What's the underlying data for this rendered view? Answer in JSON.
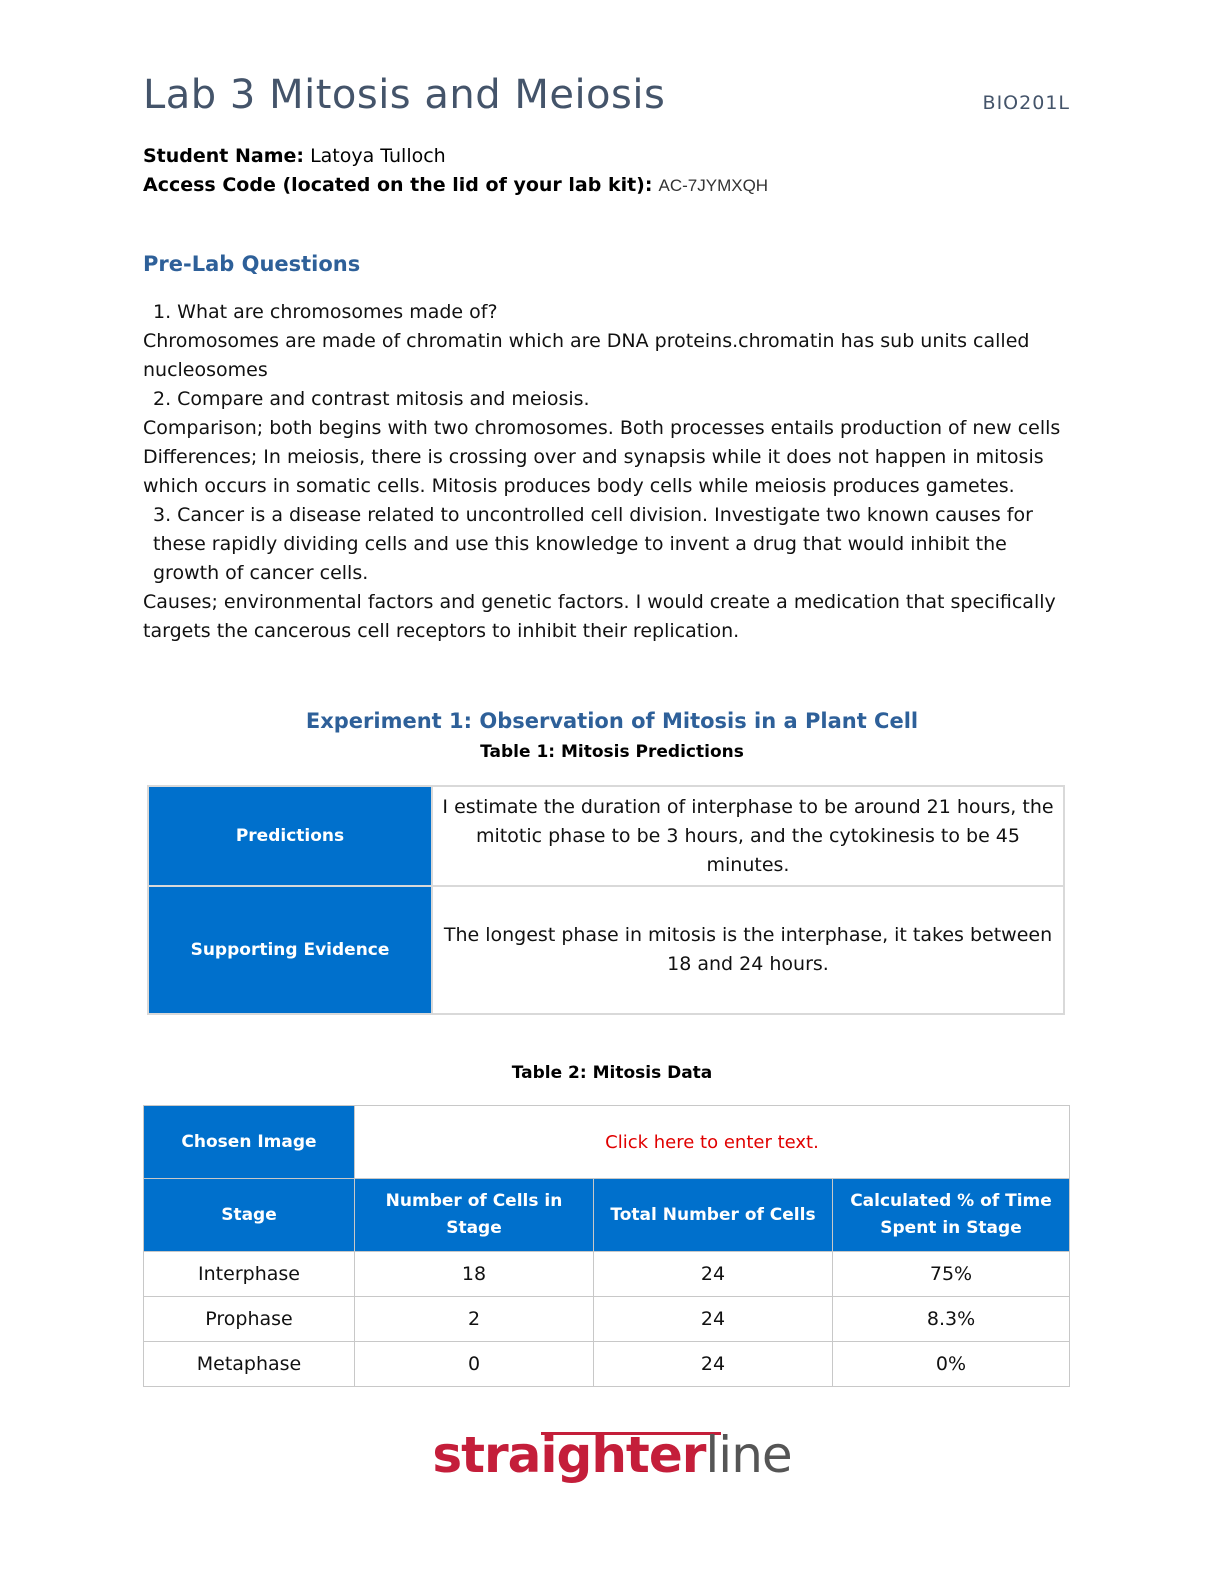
{
  "header": {
    "title": "Lab 3 Mitosis and Meiosis",
    "course": "BIO201L"
  },
  "student": {
    "name_label": "Student Name:",
    "name_value": "Latoya Tulloch",
    "code_label": "Access Code (located on the lid of your lab kit):",
    "code_value": "AC-7JYMXQH"
  },
  "prelab": {
    "heading": "Pre-Lab Questions",
    "q1": "1. What are chromosomes made of?",
    "a1": "Chromosomes are made of chromatin which are DNA proteins.chromatin has sub units called nucleosomes",
    "q2": "2. Compare and contrast mitosis and meiosis.",
    "a2a": "Comparison; both begins with two chromosomes. Both processes entails production of new cells",
    "a2b": "Differences; In meiosis,  there is crossing over and synapsis while it does not happen in mitosis which occurs in somatic cells. Mitosis produces body cells while meiosis produces gametes.",
    "q3": "3. Cancer is a disease related to uncontrolled cell division. Investigate two known causes for these rapidly dividing cells and use this knowledge to invent a drug that would inhibit the growth of cancer cells.",
    "a3": "Causes; environmental factors and genetic factors.  I would create a medication that specifically targets the cancerous cell receptors to inhibit their replication."
  },
  "experiment": {
    "heading": "Experiment 1: Observation of Mitosis in a Plant Cell",
    "table1_caption": "Table 1: Mitosis Predictions",
    "table1": {
      "predictions_label": "Predictions",
      "predictions_value": "I estimate the duration of interphase to be around 21 hours, the mitotic phase to be 3 hours, and the cytokinesis to be 45 minutes.",
      "evidence_label": "Supporting Evidence",
      "evidence_value": "The longest phase in mitosis is the interphase, it takes between 18 and 24 hours."
    },
    "table2_caption": "Table 2: Mitosis Data",
    "table2": {
      "chosen_image_label": "Chosen Image",
      "chosen_image_placeholder": "Click here to enter text.",
      "headers": [
        "Stage",
        "Number of Cells in Stage",
        "Total Number of Cells",
        "Calculated % of Time Spent in Stage"
      ],
      "rows": [
        [
          "Interphase",
          "18",
          "24",
          "75%"
        ],
        [
          "Prophase",
          "2",
          "24",
          "8.3%"
        ],
        [
          "Metaphase",
          "0",
          "24",
          "0%"
        ]
      ]
    }
  },
  "footer": {
    "logo_part1": "straighter",
    "logo_part2": "line"
  }
}
